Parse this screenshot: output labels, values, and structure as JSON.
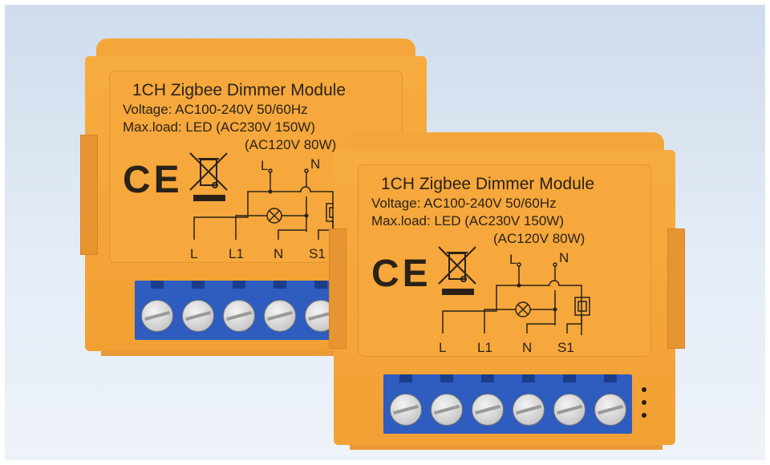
{
  "product": {
    "title": "1CH Zigbee Dimmer Module",
    "voltage": "Voltage: AC100-240V 50/60Hz",
    "max_load": "Max.load: LED (AC230V 150W)",
    "max_load_120": "(AC120V 80W)",
    "ce_mark": "CE",
    "diagram_labels": {
      "live": "L",
      "neutral": "N"
    },
    "terminals": [
      "L",
      "L1",
      "N",
      "S1"
    ]
  },
  "colors": {
    "housing": "#f4a63a",
    "terminal_block": "#2e5cbf",
    "background": "#dbe5f1"
  }
}
